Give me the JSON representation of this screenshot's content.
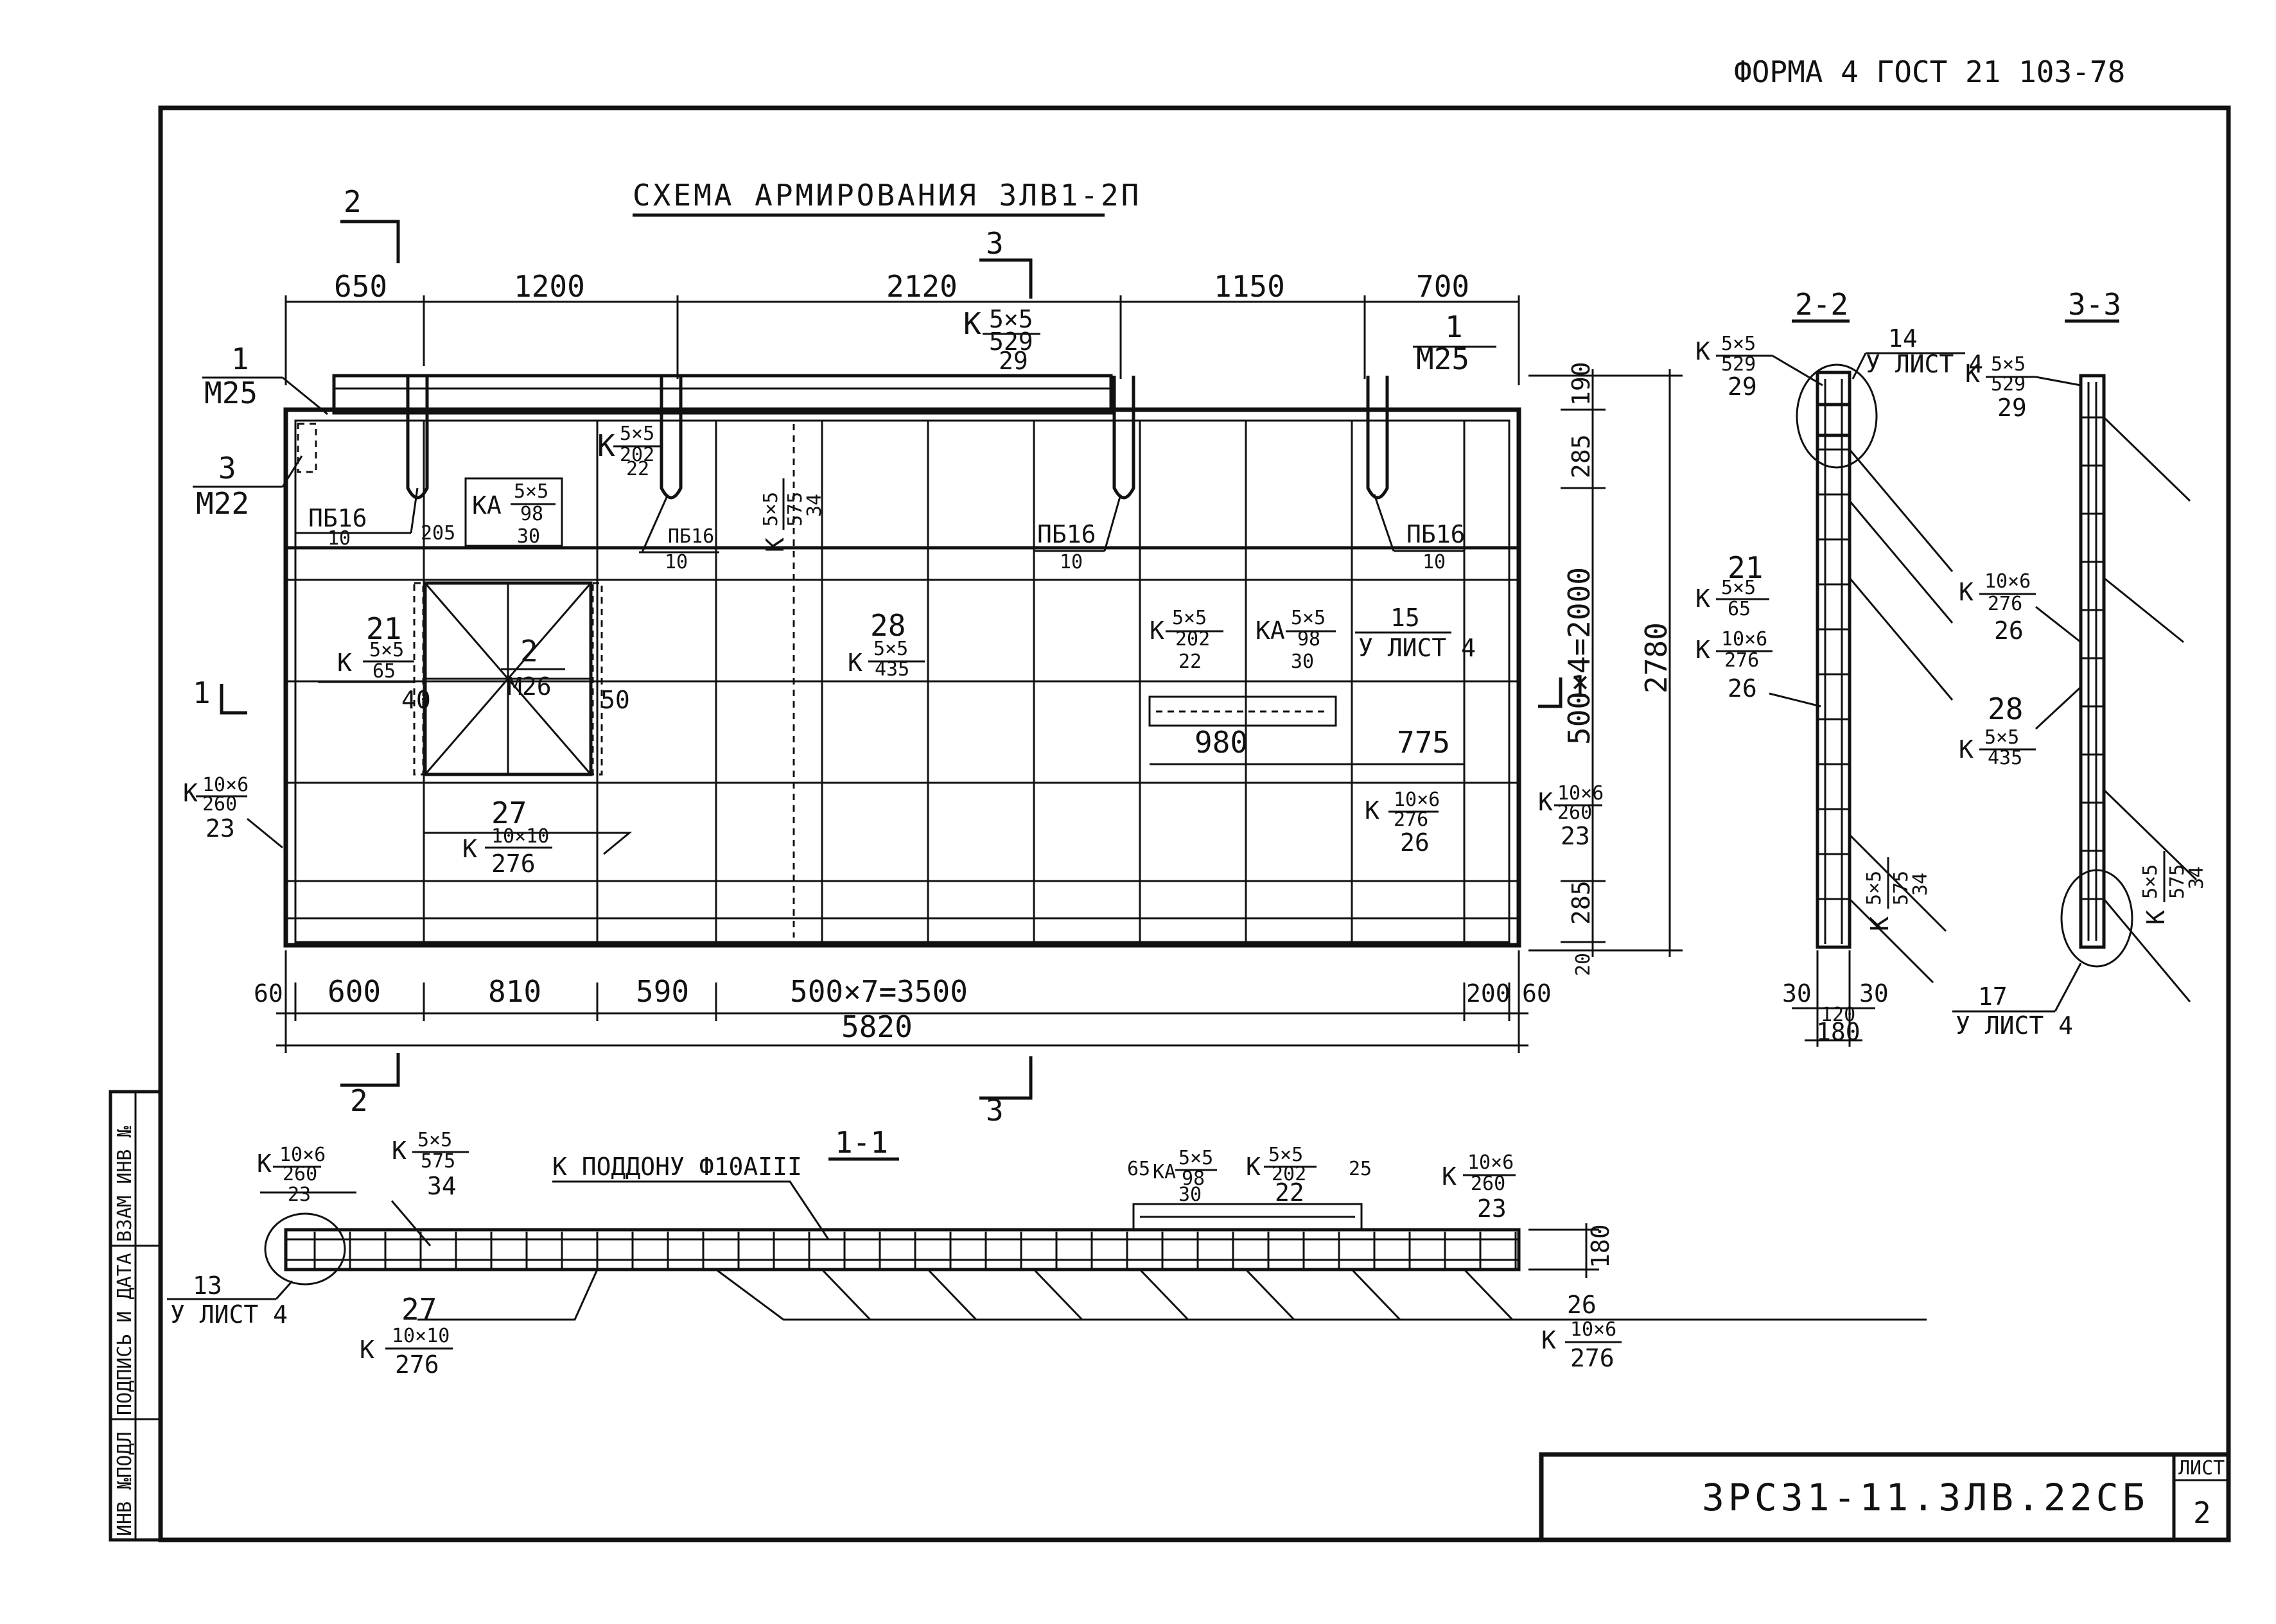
{
  "form_stamp": "ФОРМА 4  ГОСТ 21 103-78",
  "title": "СХЕМА АРМИРОВАНИЯ ЗЛВ1-2П",
  "sheet_label": "ЛИСТ",
  "sheet_number": "2",
  "doc_code": "ЗРС31-11.ЗЛВ.22СБ",
  "side_stamp": [
    "ИНВ №ПОДЛ",
    "ПОДПИСЬ И ДАТА",
    "ВЗАМ ИНВ №"
  ],
  "sections": {
    "s11": "1-1",
    "s22": "2-2",
    "s33": "3-3"
  },
  "cut_marks": {
    "c1": "1",
    "c2": "2",
    "c3": "3"
  },
  "top_dims": [
    "650",
    "1200",
    "2120",
    "1150",
    "700"
  ],
  "bottom_dims": [
    "60",
    "600",
    "810",
    "590",
    "500×7=3500",
    "200",
    "60"
  ],
  "overall_width": "5820",
  "right_dims": [
    "190",
    "285",
    "500×4=2000",
    "285",
    "20"
  ],
  "overall_height": "2780",
  "opening_dims": [
    "205",
    "40",
    "50"
  ],
  "strip_dims": [
    "980",
    "775"
  ],
  "labels": {
    "m25_left": {
      "n": "1",
      "d": "М25"
    },
    "m25_right": {
      "n": "1",
      "d": "М25"
    },
    "m22": {
      "n": "3",
      "d": "М22"
    },
    "m26": {
      "n": "2",
      "d": "М26"
    },
    "pb16_a": {
      "n": "ПБ16",
      "d": "10"
    },
    "pb16_b": {
      "n": "ПБ16",
      "d": "10"
    },
    "pb16_c": {
      "n": "ПБ16",
      "d": "10"
    },
    "pb16_d": {
      "n": "ПБ16",
      "d": "10"
    },
    "k529_top": {
      "pre": "К",
      "a": "5×5",
      "b": "529",
      "c": "29"
    },
    "k202_top": {
      "pre": "К",
      "a": "5×5",
      "b": "202",
      "c": "22"
    },
    "ka98_top": {
      "pre": "КА",
      "a": "5×5",
      "b": "98",
      "c": "30"
    },
    "k575_mid": {
      "pre": "К",
      "a": "5×5",
      "b": "575",
      "c": "34"
    },
    "k65": {
      "n": "21",
      "pre": "К",
      "a": "5×5",
      "b": "65"
    },
    "k435": {
      "n": "28",
      "pre": "К",
      "a": "5×5",
      "b": "435"
    },
    "k202_mid": {
      "pre": "К",
      "a": "5×5",
      "b": "202",
      "c": "22"
    },
    "ka98_mid": {
      "pre": "КА",
      "a": "5×5",
      "b": "98",
      "c": "30"
    },
    "list4_15": {
      "n": "15",
      "d": "У ЛИСТ 4"
    },
    "k260_left": {
      "pre": "К",
      "a": "10×6",
      "b": "260",
      "c": "23"
    },
    "k260_right": {
      "pre": "К",
      "a": "10×6",
      "b": "260",
      "c": "23"
    },
    "k276_27": {
      "n": "27",
      "pre": "К",
      "a": "10×10",
      "b": "276"
    },
    "k276_26": {
      "pre": "К",
      "a": "10×6",
      "b": "276",
      "c": "26"
    }
  },
  "section22": {
    "k529": {
      "pre": "К",
      "a": "5×5",
      "b": "529",
      "c": "29"
    },
    "list4_14": {
      "n": "14",
      "d": "У ЛИСТ 4"
    },
    "k65": {
      "n": "21",
      "pre": "К",
      "a": "5×5",
      "b": "65"
    },
    "k276": {
      "pre": "К",
      "a": "10×6",
      "b": "276",
      "c": "26"
    },
    "k575": {
      "pre": "К",
      "a": "5×5",
      "b": "575",
      "c": "34"
    },
    "dims": [
      "30",
      "120",
      "30",
      "180"
    ]
  },
  "section33": {
    "k529": {
      "pre": "К",
      "a": "5×5",
      "b": "529",
      "c": "29"
    },
    "k276": {
      "pre": "К",
      "a": "10×6",
      "b": "276",
      "c": "26"
    },
    "k435": {
      "n": "28",
      "pre": "К",
      "a": "5×5",
      "b": "435"
    },
    "k575": {
      "pre": "К",
      "a": "5×5",
      "b": "575",
      "c": "34"
    },
    "list4_17": {
      "n": "17",
      "d": "У ЛИСТ 4"
    }
  },
  "section11": {
    "k260_left": {
      "pre": "К",
      "a": "10×6",
      "b": "260",
      "c": "23"
    },
    "k575": {
      "pre": "К",
      "a": "5×5",
      "b": "575",
      "c": "34"
    },
    "pallet_note": "К ПОДДОНУ Ф10АIII",
    "d65": "65",
    "ka98": {
      "pre": "КА",
      "a": "5×5",
      "b": "98",
      "c": "30"
    },
    "k202": {
      "pre": "К",
      "a": "5×5",
      "b": "202",
      "c": "22"
    },
    "d25": "25",
    "k260_right": {
      "pre": "К",
      "a": "10×6",
      "b": "260",
      "c": "23"
    },
    "d180": "180",
    "list4_13": {
      "n": "13",
      "d": "У ЛИСТ 4"
    },
    "k276_27": {
      "n": "27",
      "pre": "К",
      "a": "10×10",
      "b": "276"
    },
    "k276_26": {
      "n": "26",
      "pre": "К",
      "a": "10×6",
      "b": "276"
    }
  }
}
